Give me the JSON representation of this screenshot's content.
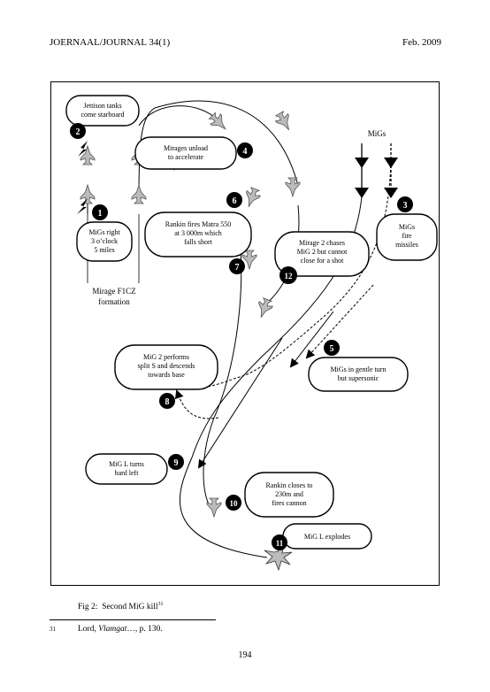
{
  "header": {
    "left": "JOERNAAL/JOURNAL 34(1)",
    "right": "Feb. 2009"
  },
  "figure": {
    "mig_group_label": "MiGs",
    "formation_label": [
      "Mirage F1CZ",
      "formation"
    ],
    "events": [
      {
        "num": "1",
        "lines": [
          "MiGs right",
          "3 o’clock",
          "5 miles"
        ]
      },
      {
        "num": "2",
        "lines": [
          "Jettison tanks",
          "come starboard"
        ]
      },
      {
        "num": "3",
        "lines": [
          "MiGs",
          "fire",
          "missiles"
        ]
      },
      {
        "num": "4",
        "lines": [
          "Mirages unload",
          "to accelerate"
        ]
      },
      {
        "num": "5",
        "lines": [
          "MiGs in gentle turn",
          "but supersonic"
        ]
      },
      {
        "num": "6",
        "lines": [
          "Rankin fires Matra 550",
          "at 3 000m which",
          "falls short"
        ]
      },
      {
        "num": "7",
        "lines": []
      },
      {
        "num": "8",
        "lines": [
          "MiG 2 performs",
          "split S and descends",
          "towards base"
        ]
      },
      {
        "num": "9",
        "lines": [
          "MiG L turns",
          "hard left"
        ]
      },
      {
        "num": "10",
        "lines": [
          "Rankin closes to",
          "230m and",
          "fires cannon"
        ]
      },
      {
        "num": "11",
        "lines": [
          "MiG L explodes"
        ]
      },
      {
        "num": "12",
        "lines": [
          "Mirage 2 chases",
          "MiG 2 but cannot",
          "close for a shot"
        ]
      }
    ]
  },
  "caption": {
    "prefix": "Fig 2:",
    "text": "Second MiG kill",
    "sup": "31"
  },
  "footnote": {
    "num": "31",
    "author": "Lord,",
    "title": "Vlamgat",
    "rest": "…, p. 130."
  },
  "page_number": "194"
}
